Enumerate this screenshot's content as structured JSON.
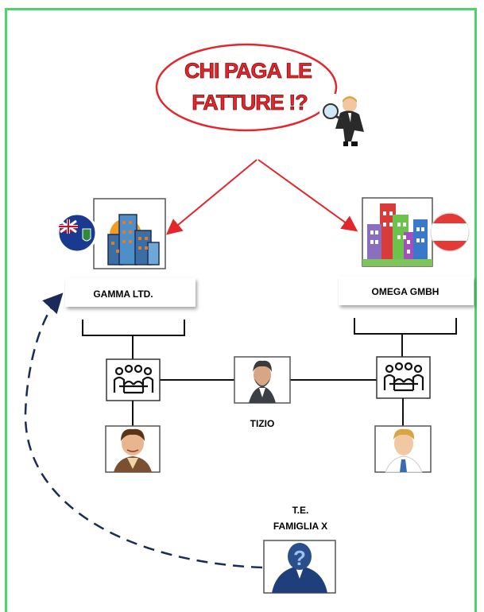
{
  "title": {
    "line1": "CHI PAGA LE",
    "line2": "FATTURE !?"
  },
  "companies": [
    {
      "name": "GAMMA LTD.",
      "flag": "british-virgin-islands-flag-icon"
    },
    {
      "name": "OMEGA GMBH",
      "flag": "austria-flag-icon"
    }
  ],
  "persons": {
    "middle": "TIZIO"
  },
  "trust": {
    "line1": "T.E.",
    "line2": "FAMIGLIA X"
  },
  "colors": {
    "frame": "#4cd46a",
    "title": "#e3262c",
    "arrow": "#e3262c",
    "dashed": "#1c2a5a"
  }
}
